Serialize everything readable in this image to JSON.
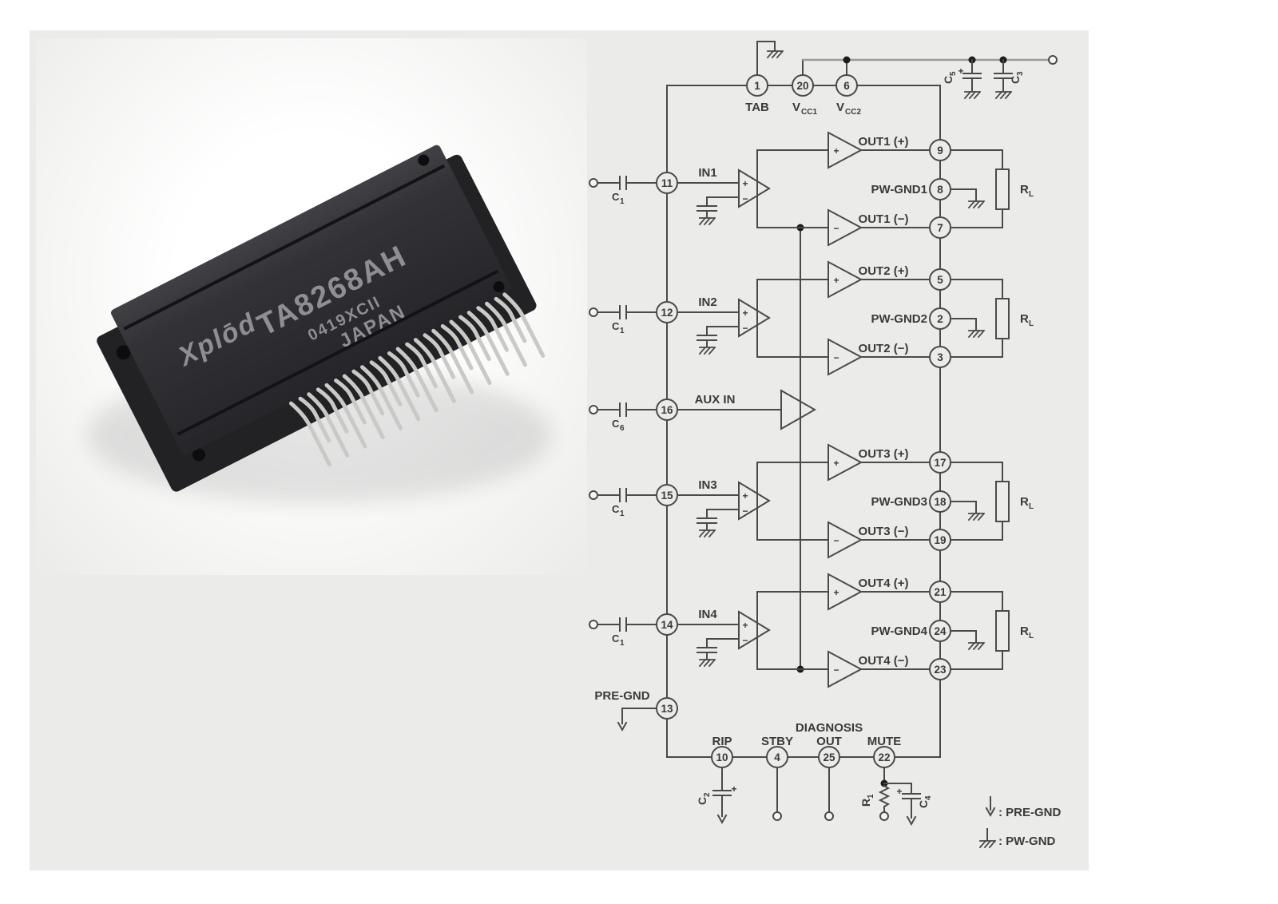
{
  "sym": {
    "plus": "+",
    "minus": "−"
  },
  "chip_photo": {
    "brand": "Xplōd",
    "part_number": "TA8268AH",
    "lot_code": "0419XCII",
    "country": "JAPAN"
  },
  "diagram": {
    "colors": {
      "panel": "#ebebea",
      "line": "#4a4a4a",
      "rail": "#9b9b9b",
      "text": "#3a3a3a"
    },
    "top": {
      "tab_pin": "1",
      "tab_label": "TAB",
      "vcc1_pin": "20",
      "vcc1_base": "V",
      "vcc1_sub": "CC1",
      "vcc2_pin": "6",
      "vcc2_base": "V",
      "vcc2_sub": "CC2",
      "c5_base": "C",
      "c5_sub": "5",
      "c5_plus": "+",
      "c3_base": "C",
      "c3_sub": "3"
    },
    "channels": [
      {
        "in_label": "IN1",
        "in_pin": "11",
        "cap_base": "C",
        "cap_sub": "1",
        "plus_label": "OUT1 (+)",
        "plus_pin": "9",
        "gnd_label": "PW-GND1",
        "gnd_pin": "8",
        "minus_label": "OUT1 (−)",
        "minus_pin": "7",
        "load_base": "R",
        "load_sub": "L"
      },
      {
        "in_label": "IN2",
        "in_pin": "12",
        "cap_base": "C",
        "cap_sub": "1",
        "plus_label": "OUT2 (+)",
        "plus_pin": "5",
        "gnd_label": "PW-GND2",
        "gnd_pin": "2",
        "minus_label": "OUT2 (−)",
        "minus_pin": "3",
        "load_base": "R",
        "load_sub": "L"
      },
      {
        "in_label": "IN3",
        "in_pin": "15",
        "cap_base": "C",
        "cap_sub": "1",
        "plus_label": "OUT3 (+)",
        "plus_pin": "17",
        "gnd_label": "PW-GND3",
        "gnd_pin": "18",
        "minus_label": "OUT3 (−)",
        "minus_pin": "19",
        "load_base": "R",
        "load_sub": "L"
      },
      {
        "in_label": "IN4",
        "in_pin": "14",
        "cap_base": "C",
        "cap_sub": "1",
        "plus_label": "OUT4 (+)",
        "plus_pin": "21",
        "gnd_label": "PW-GND4",
        "gnd_pin": "24",
        "minus_label": "OUT4 (−)",
        "minus_pin": "23",
        "load_base": "R",
        "load_sub": "L"
      }
    ],
    "aux": {
      "label": "AUX IN",
      "pin": "16",
      "cap_base": "C",
      "cap_sub": "6"
    },
    "pre_gnd": {
      "label": "PRE-GND",
      "pin": "13"
    },
    "bottom": {
      "rip": {
        "label": "RIP",
        "pin": "10",
        "cap_base": "C",
        "cap_sub": "2",
        "plus": "+"
      },
      "stby": {
        "label": "STBY",
        "pin": "4"
      },
      "diag": {
        "label_line1": "DIAGNOSIS",
        "label_line2": "OUT",
        "pin": "25"
      },
      "mute": {
        "label": "MUTE",
        "pin": "22",
        "r_base": "R",
        "r_sub": "1",
        "cap_base": "C",
        "cap_sub": "4",
        "plus": "+"
      }
    },
    "legend": {
      "pre_gnd": ": PRE-GND",
      "pw_gnd": ": PW-GND"
    }
  }
}
